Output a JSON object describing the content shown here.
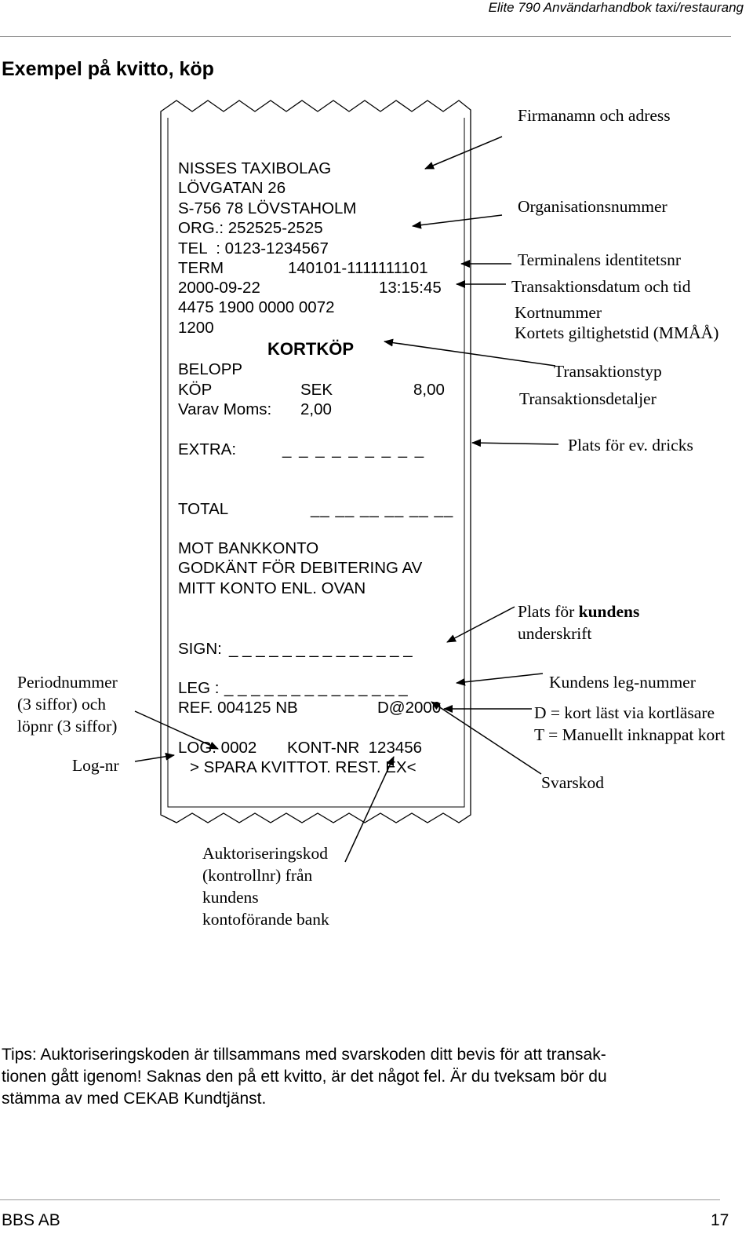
{
  "header": {
    "running_title": "Elite 790 Användarhandbok taxi/restaurang"
  },
  "section_title": "Exempel på kvitto, köp",
  "receipt": {
    "company_name": "NISSES TAXIBOLAG",
    "street": "LÖVGATAN 26",
    "postal_city": "S-756 78 LÖVSTAHOLM",
    "org": "ORG.: 252525-2525",
    "tel": "TEL  : 0123-1234567",
    "term_label": "TERM",
    "term_value": "140101-1111111101",
    "date": "2000-09-22",
    "time": "13:15:45",
    "card_number": "4475 1900 0000 0072",
    "expiry": "1200",
    "transaction_type": "KORTKÖP",
    "belopp_label": "BELOPP",
    "kop_label": "KÖP",
    "currency": "SEK",
    "kop_amount": "8,00",
    "moms_label": "Varav Moms:",
    "moms_amount": "2,00",
    "extra_label": "EXTRA:",
    "extra_line": "_ _ _ _ _ _ _ _ _",
    "total_label": "TOTAL",
    "total_line": "__ __ __ __ __ __",
    "mot_bankkonto": "MOT BANKKONTO",
    "godkant": "GODKÄNT FÖR DEBITERING AV",
    "mitt_konto": "MITT KONTO ENL. OVAN",
    "sign_label": "SIGN:",
    "sign_line": "_ _ _ _ _ _ _ _ _ _ _ _ _ _",
    "leg_label": "LEG :",
    "leg_line": "_ _ _ _ _ _ _ _ _ _ _ _ _ _",
    "ref": "REF. 004125 NB",
    "response_code": "D@2000",
    "log": "LOG. 0002",
    "kont_nr": "KONT-NR  123456",
    "spara": "> SPARA KVITTOT. REST. EX<"
  },
  "annotations": {
    "firmanamn": "Firmanamn och adress",
    "org_nr": "Organisationsnummer",
    "terminal_id": "Terminalens identitetsnr",
    "trans_datetime": "Transaktionsdatum och tid",
    "kortnummer": "Kortnummer",
    "giltighet": "Kortets giltighetstid (MMÅÅ)",
    "transaktionstyp": "Transaktionstyp",
    "transaktionsdetaljer": "Transaktionsdetaljer",
    "dricks": "Plats för ev. dricks",
    "underskrift_1_prefix": "Plats för ",
    "underskrift_1_bold": "kundens",
    "underskrift_2": "underskrift",
    "leg_nummer": "Kundens leg-nummer",
    "d_kort": "D = kort läst via kortläsare",
    "t_manuellt": "T = Manuellt inknappat kort",
    "svarskod": "Svarskod",
    "periodnummer_1": "Periodnummer",
    "periodnummer_2": "(3 siffor) och",
    "periodnummer_3": "löpnr (3 siffor)",
    "log_nr": "Log-nr",
    "auktorisering_1": "Auktoriseringskod",
    "auktorisering_2": "(kontrollnr) från",
    "auktorisering_3": "kundens",
    "auktorisering_4": "kontoförande bank"
  },
  "tips": {
    "line1": "Tips: Auktoriseringskoden är tillsammans med svarskoden ditt bevis för att transak-",
    "line2": "tionen gått igenom! Saknas den på ett kvitto, är det något fel. Är du tveksam bör du",
    "line3": "stämma av med CEKAB Kundtjänst."
  },
  "footer": {
    "company": "BBS AB",
    "page_number": "17"
  }
}
